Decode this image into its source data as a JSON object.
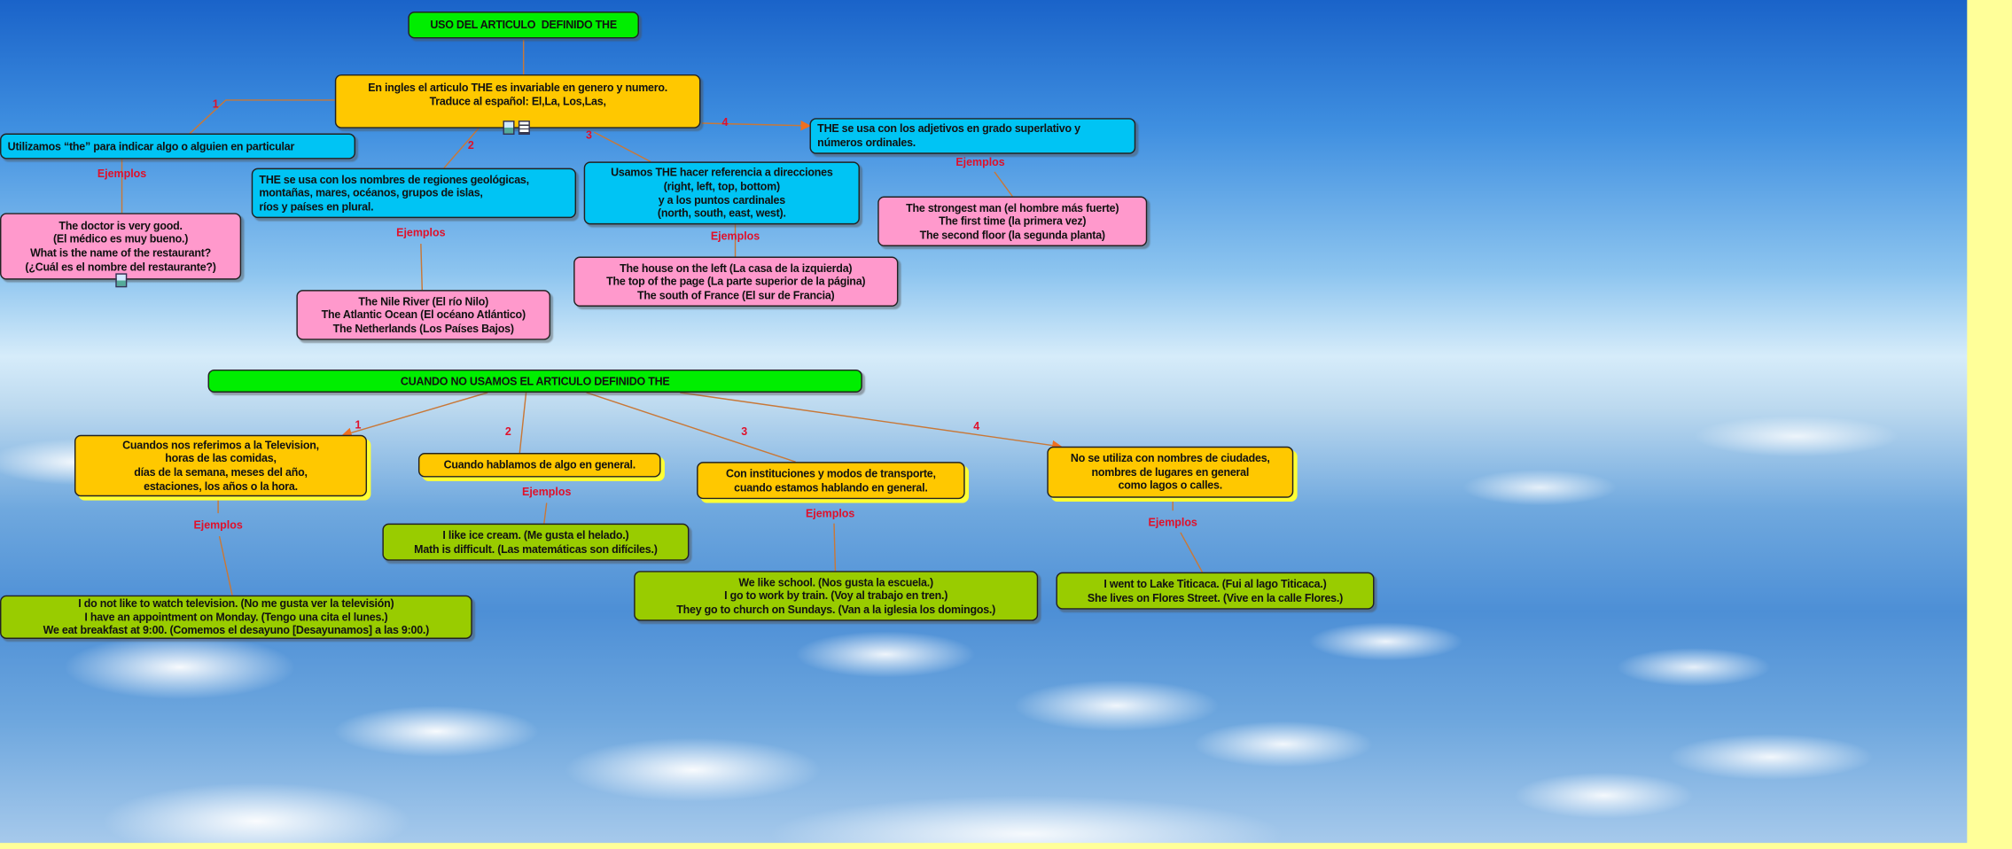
{
  "map1": {
    "title": "USO DEL ARTICULO  DEFINIDO THE",
    "main": "En ingles el articulo THE es invariable en genero y numero.\nTraduce al español: El,La, Los,Las,",
    "branches": [
      {
        "number": "1",
        "concept": "Utilizamos “the” para indicar algo o alguien en particular",
        "link": "Ejemplos",
        "example": "The doctor is very good.\n(El médico es muy bueno.)\nWhat is the name of the restaurant?\n(¿Cuál es el nombre del restaurante?)"
      },
      {
        "number": "2",
        "concept": "THE se usa con los nombres de regiones geológicas,\nmontañas, mares, océanos, grupos de islas,\nríos y países en plural.",
        "link": "Ejemplos",
        "example": "The Nile River (El río Nilo)\nThe Atlantic Ocean (El océano Atlántico)\nThe Netherlands (Los Países Bajos)"
      },
      {
        "number": "3",
        "concept": "Usamos THE hacer referencia a direcciones\n(right, left, top, bottom)\ny a los puntos cardinales\n(north, south, east, west).",
        "link": "Ejemplos",
        "example": "The house on the left (La casa de la izquierda)\nThe top of the page (La parte superior de la página)\nThe south of France (El sur de Francia)"
      },
      {
        "number": "4",
        "concept": "THE se usa con los adjetivos en grado superlativo y\nnúmeros ordinales.",
        "link": "Ejemplos",
        "example": "The strongest man (el hombre más fuerte)\nThe first time (la primera vez)\nThe second floor (la segunda planta)"
      }
    ]
  },
  "map2": {
    "title": "CUANDO NO USAMOS EL ARTICULO DEFINIDO THE",
    "branches": [
      {
        "number": "1",
        "concept": "Cuandos nos referimos a la Television,\nhoras de las comidas,\ndías de la semana, meses del año,\nestaciones, los años o la hora.",
        "link": "Ejemplos",
        "example": "I do not like to watch television. (No me gusta ver la televisión)\nI have an appointment on Monday. (Tengo una cita el lunes.)\nWe eat breakfast at 9:00. (Comemos el desayuno [Desayunamos] a las 9:00.)"
      },
      {
        "number": "2",
        "concept": "Cuando hablamos de algo en general.",
        "link": "Ejemplos",
        "example": "I like ice cream. (Me gusta el helado.)\nMath is difficult. (Las matemáticas son difíciles.)"
      },
      {
        "number": "3",
        "concept": "Con instituciones y modos de transporte,\ncuando estamos hablando en general.",
        "link": "Ejemplos",
        "example": "We like school. (Nos gusta la escuela.)\nI go to work by train. (Voy al trabajo en tren.)\nThey go to church on Sundays. (Van a la iglesia los domingos.)"
      },
      {
        "number": "4",
        "concept": "No se utiliza con nombres de ciudades,\nnombres de lugares en general\ncomo lagos o calles.",
        "link": "Ejemplos",
        "example": "I went to Lake Titicaca. (Fui al lago Titicaca.)\nShe lives on Flores Street. (Vive en la calle Flores.)"
      }
    ]
  },
  "colors": {
    "title": "#00ee00",
    "main": "#ffc800",
    "concept": "#00c4f4",
    "example": "#ff99cc",
    "example2": "#99cc00",
    "link": "#e0102a",
    "line": "#c87838"
  }
}
